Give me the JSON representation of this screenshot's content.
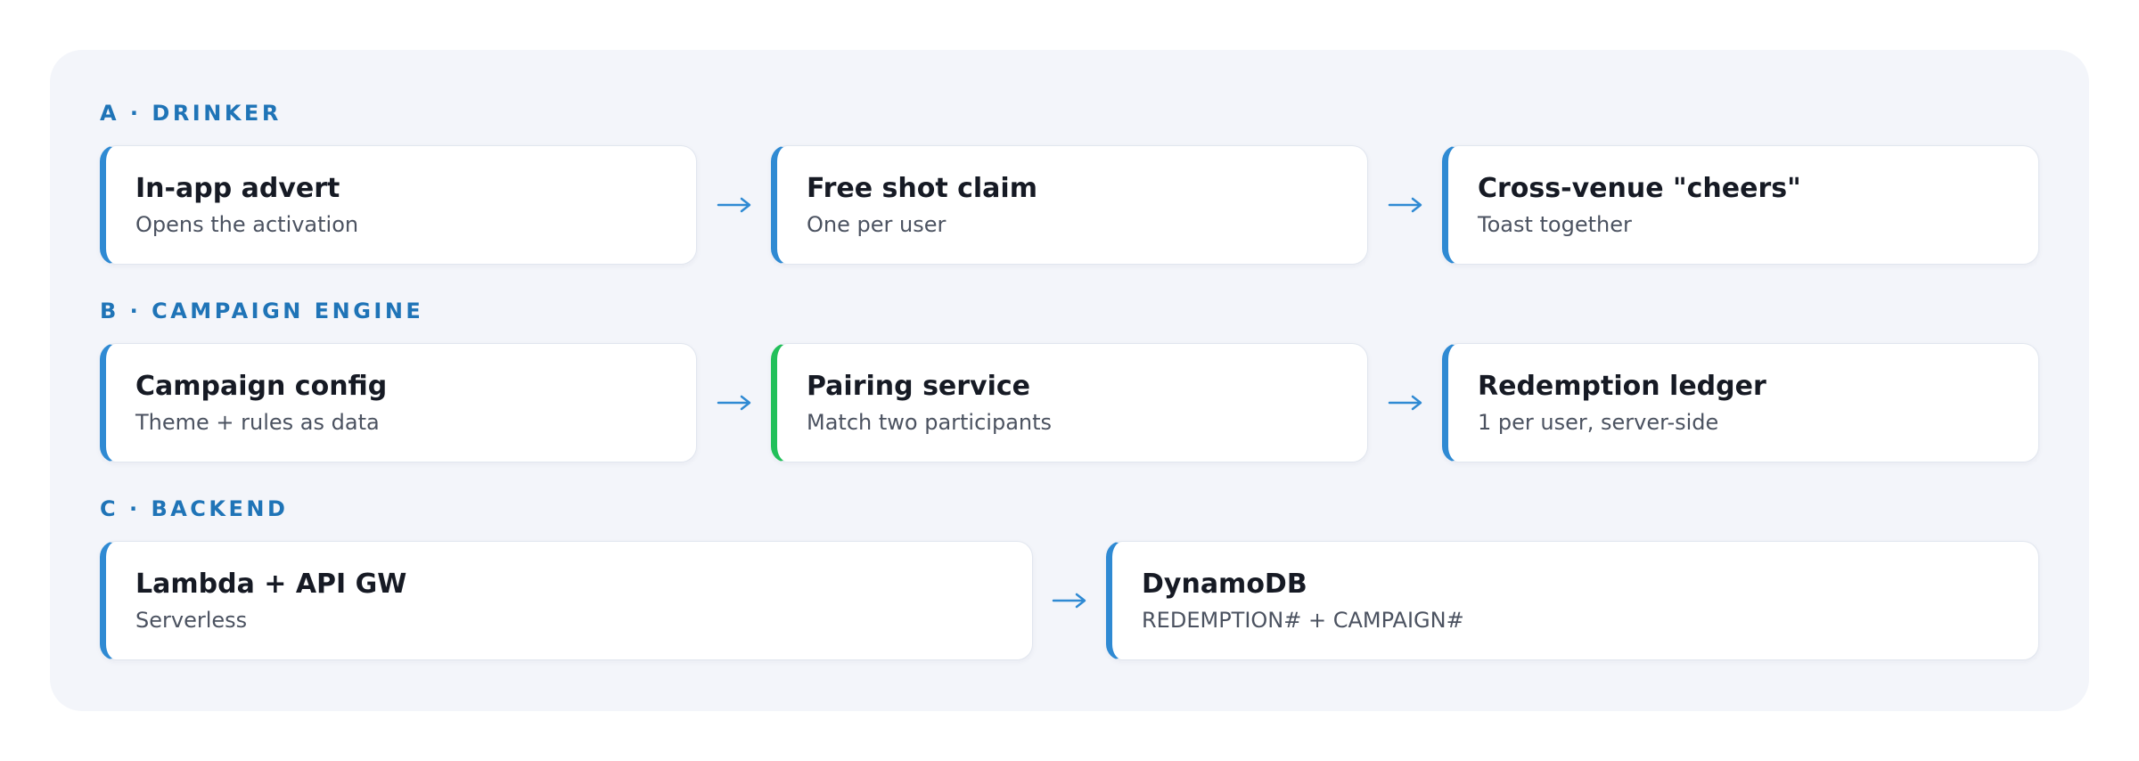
{
  "sections": [
    {
      "label": "A · DRINKER",
      "cards": [
        {
          "title": "In-app advert",
          "subtitle": "Opens the activation",
          "accent": "#2f8ad3"
        },
        {
          "title": "Free shot claim",
          "subtitle": "One per user",
          "accent": "#2f8ad3"
        },
        {
          "title": "Cross-venue \"cheers\"",
          "subtitle": "Toast together",
          "accent": "#2f8ad3"
        }
      ]
    },
    {
      "label": "B · CAMPAIGN ENGINE",
      "cards": [
        {
          "title": "Campaign config",
          "subtitle": "Theme + rules as data",
          "accent": "#2f8ad3"
        },
        {
          "title": "Pairing service",
          "subtitle": "Match two participants",
          "accent": "#22c05a"
        },
        {
          "title": "Redemption ledger",
          "subtitle": "1 per user, server-side",
          "accent": "#2f8ad3"
        }
      ]
    },
    {
      "label": "C · BACKEND",
      "cards": [
        {
          "title": "Lambda + API GW",
          "subtitle": "Serverless",
          "accent": "#2f8ad3"
        },
        {
          "title": "DynamoDB",
          "subtitle": "REDEMPTION# + CAMPAIGN#",
          "accent": "#2f8ad3"
        }
      ]
    }
  ],
  "colors": {
    "label": "#1f74b7",
    "arrow": "#2f8ad3",
    "panel": "#f3f5fa"
  },
  "icons": {
    "flow_arrow": "right-arrow-icon"
  }
}
